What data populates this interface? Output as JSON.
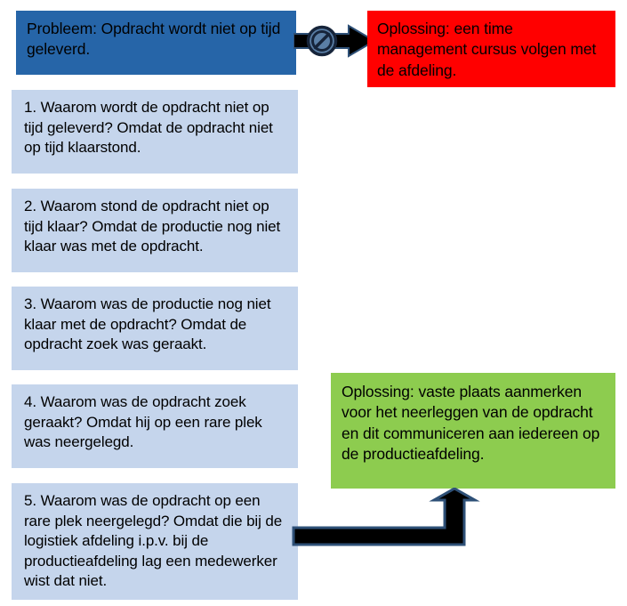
{
  "diagram": {
    "title_hint": "5 Waarom (5 Why) root cause analysis diagram",
    "colors": {
      "problem_blue": "#2665A8",
      "solution_red": "#FF0000",
      "solution_green": "#8DCC4F",
      "why_light_blue": "#C5D5EC",
      "arrow_fill": "#000000",
      "arrow_outline": "#2E5077",
      "prohibition_icon": "#5B7FA6",
      "text": "#000000",
      "background": "#FFFFFF"
    },
    "problem": {
      "label": "Probleem: Opdracht wordt niet op tijd geleverd."
    },
    "solution_rejected": {
      "label": "Oplossing: een time management cursus volgen met de afdeling."
    },
    "solution_accepted": {
      "label": "Oplossing: vaste plaats aanmerken voor het neerleggen van de opdracht en dit communiceren aan iedereen op de productieafdeling."
    },
    "why_steps": [
      {
        "number": "1.",
        "text": "1. Waarom wordt de opdracht niet op tijd geleverd? Omdat de opdracht niet op tijd klaarstond."
      },
      {
        "number": "2.",
        "text": "2. Waarom stond de opdracht niet op tijd klaar? Omdat de productie nog niet klaar was met de opdracht."
      },
      {
        "number": "3.",
        "text": "3. Waarom was de productie nog niet klaar met de opdracht? Omdat de opdracht zoek was geraakt."
      },
      {
        "number": "4.",
        "text": "4. Waarom was de opdracht zoek geraakt? Omdat hij op een rare plek was neergelegd."
      },
      {
        "number": "5.",
        "text": "5. Waarom was de opdracht op een rare plek neergelegd? Omdat die bij de logistiek afdeling i.p.v. bij de productieafdeling lag een medewerker wist dat niet."
      }
    ],
    "connectors": {
      "blocked_arrow": {
        "icon": "prohibition-no-entry-icon",
        "direction": "right",
        "meaning": "blocked / not the right solution"
      },
      "elbow_arrow": {
        "direction": "right-then-up",
        "meaning": "leads to the correct solution"
      }
    }
  }
}
